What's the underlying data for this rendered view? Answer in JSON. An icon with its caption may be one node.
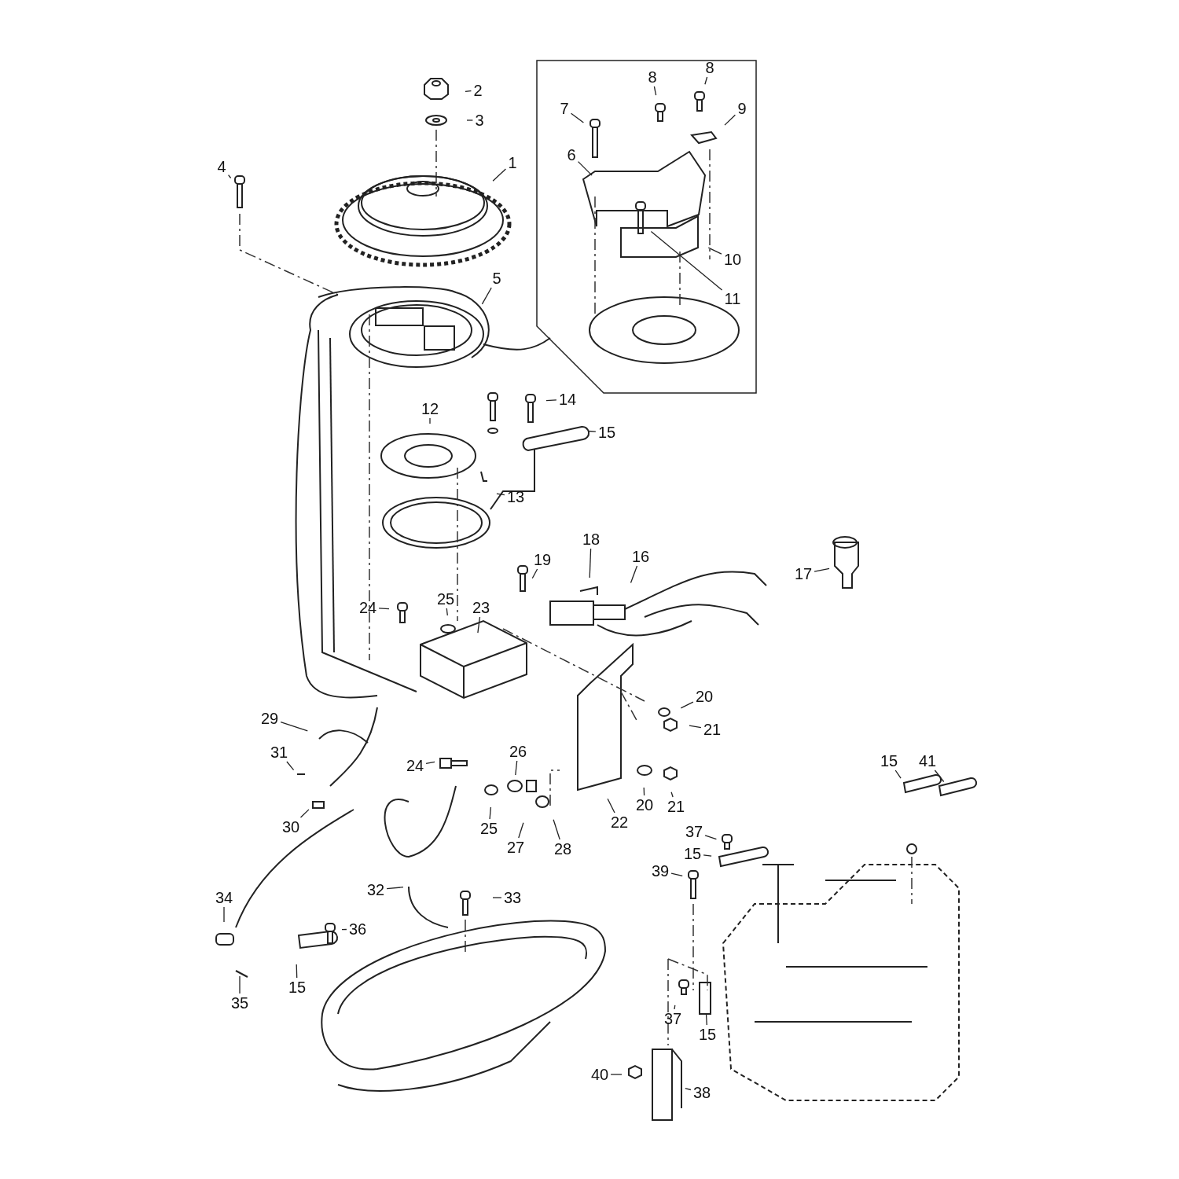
{
  "diagram": {
    "nodes": [
      {
        "text": [
          "2"
        ]
      },
      {
        "text": [
          "3"
        ]
      },
      {
        "text": [
          "1"
        ]
      },
      {
        "text": [
          "4"
        ]
      },
      {
        "text": [
          "7"
        ]
      },
      {
        "text": [
          "8"
        ]
      },
      {
        "text": [
          "8"
        ]
      },
      {
        "text": [
          "9"
        ]
      },
      {
        "text": [
          "6"
        ]
      },
      {
        "text": [
          "10"
        ]
      },
      {
        "text": [
          "11"
        ]
      },
      {
        "text": [
          "5"
        ]
      },
      {
        "text": [
          "14"
        ]
      },
      {
        "text": [
          "15"
        ]
      },
      {
        "text": [
          "12"
        ]
      },
      {
        "text": [
          "13"
        ]
      },
      {
        "text": [
          "18"
        ]
      },
      {
        "text": [
          "19"
        ]
      },
      {
        "text": [
          "16"
        ]
      },
      {
        "text": [
          "17"
        ]
      },
      {
        "text": [
          "24"
        ]
      },
      {
        "text": [
          "25"
        ]
      },
      {
        "text": [
          "23"
        ]
      },
      {
        "text": [
          "20"
        ]
      },
      {
        "text": [
          "21"
        ]
      },
      {
        "text": [
          "29"
        ]
      },
      {
        "text": [
          "31"
        ]
      },
      {
        "text": [
          "24"
        ]
      },
      {
        "text": [
          "26"
        ]
      },
      {
        "text": [
          "20"
        ]
      },
      {
        "text": [
          "21"
        ]
      },
      {
        "text": [
          "30"
        ]
      },
      {
        "text": [
          "25"
        ]
      },
      {
        "text": [
          "27"
        ]
      },
      {
        "text": [
          "28"
        ]
      },
      {
        "text": [
          "22"
        ]
      },
      {
        "text": [
          "15"
        ]
      },
      {
        "text": [
          "41"
        ]
      },
      {
        "text": [
          "37"
        ]
      },
      {
        "text": [
          "15"
        ]
      },
      {
        "text": [
          "39"
        ]
      },
      {
        "text": [
          "32"
        ]
      },
      {
        "text": [
          "33"
        ]
      },
      {
        "text": [
          "34"
        ]
      },
      {
        "text": [
          "36"
        ]
      },
      {
        "text": [
          "15"
        ]
      },
      {
        "text": [
          "35"
        ]
      },
      {
        "text": [
          "37"
        ]
      },
      {
        "text": [
          "15"
        ]
      },
      {
        "text": [
          "40"
        ]
      },
      {
        "text": [
          "38"
        ]
      }
    ],
    "edges": [
      {
        "from": 0,
        "to": null,
        "arrow": "none"
      },
      {
        "from": 1,
        "to": null,
        "arrow": "none"
      },
      {
        "from": 2,
        "to": null,
        "arrow": "none"
      },
      {
        "from": 3,
        "to": null,
        "arrow": "none"
      },
      {
        "from": 4,
        "to": null,
        "arrow": "none"
      },
      {
        "from": 5,
        "to": null,
        "arrow": "none"
      },
      {
        "from": 6,
        "to": null,
        "arrow": "none"
      },
      {
        "from": 7,
        "to": null,
        "arrow": "none"
      },
      {
        "from": 8,
        "to": null,
        "arrow": "none"
      },
      {
        "from": 9,
        "to": null,
        "arrow": "none"
      },
      {
        "from": 10,
        "to": null,
        "arrow": "none"
      },
      {
        "from": 11,
        "to": null,
        "arrow": "none"
      },
      {
        "from": 12,
        "to": null,
        "arrow": "none"
      },
      {
        "from": 13,
        "to": null,
        "arrow": "none"
      },
      {
        "from": 14,
        "to": null,
        "arrow": "none"
      },
      {
        "from": 15,
        "to": null,
        "arrow": "none"
      },
      {
        "from": 16,
        "to": null,
        "arrow": "none"
      },
      {
        "from": 17,
        "to": null,
        "arrow": "none"
      },
      {
        "from": 18,
        "to": null,
        "arrow": "none"
      },
      {
        "from": 19,
        "to": null,
        "arrow": "none"
      },
      {
        "from": 20,
        "to": null,
        "arrow": "none"
      },
      {
        "from": 21,
        "to": null,
        "arrow": "none"
      },
      {
        "from": 22,
        "to": null,
        "arrow": "none"
      },
      {
        "from": 23,
        "to": null,
        "arrow": "none"
      },
      {
        "from": 24,
        "to": null,
        "arrow": "none"
      },
      {
        "from": 25,
        "to": null,
        "arrow": "none"
      },
      {
        "from": 26,
        "to": null,
        "arrow": "none"
      },
      {
        "from": 27,
        "to": null,
        "arrow": "none"
      },
      {
        "from": 28,
        "to": null,
        "arrow": "none"
      },
      {
        "from": 29,
        "to": null,
        "arrow": "none"
      },
      {
        "from": 30,
        "to": null,
        "arrow": "none"
      },
      {
        "from": 31,
        "to": null,
        "arrow": "none"
      },
      {
        "from": 32,
        "to": null,
        "arrow": "none"
      },
      {
        "from": 33,
        "to": null,
        "arrow": "none"
      },
      {
        "from": 34,
        "to": null,
        "arrow": "none"
      },
      {
        "from": 35,
        "to": null,
        "arrow": "none"
      },
      {
        "from": 36,
        "to": null,
        "arrow": "none"
      },
      {
        "from": 37,
        "to": null,
        "arrow": "none"
      },
      {
        "from": 38,
        "to": null,
        "arrow": "none"
      },
      {
        "from": 39,
        "to": null,
        "arrow": "none"
      },
      {
        "from": 40,
        "to": null,
        "arrow": "none"
      },
      {
        "from": 41,
        "to": null,
        "arrow": "none"
      },
      {
        "from": 42,
        "to": null,
        "arrow": "none"
      },
      {
        "from": 43,
        "to": null,
        "arrow": "none"
      },
      {
        "from": 44,
        "to": null,
        "arrow": "none"
      },
      {
        "from": 45,
        "to": null,
        "arrow": "none"
      },
      {
        "from": 46,
        "to": null,
        "arrow": "none"
      },
      {
        "from": 47,
        "to": null,
        "arrow": "none"
      },
      {
        "from": 48,
        "to": null,
        "arrow": "none"
      },
      {
        "from": 49,
        "to": null,
        "arrow": "none"
      },
      {
        "from": 50,
        "to": null,
        "arrow": "none"
      }
    ]
  }
}
